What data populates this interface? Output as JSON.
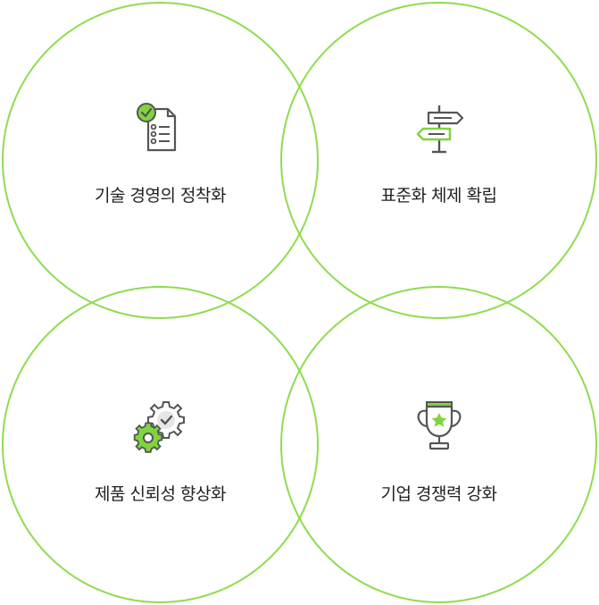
{
  "colors": {
    "ring": "#8fdc4f",
    "accent": "#7fd43f",
    "icon_stroke": "#555555",
    "text": "#222222"
  },
  "items": [
    {
      "label": "기술 경영의 정착화",
      "icon": "checklist-icon"
    },
    {
      "label": "표준화 체제 확립",
      "icon": "signpost-icon"
    },
    {
      "label": "제품 신뢰성 향상화",
      "icon": "gears-check-icon"
    },
    {
      "label": "기업 경쟁력 강화",
      "icon": "trophy-icon"
    }
  ]
}
